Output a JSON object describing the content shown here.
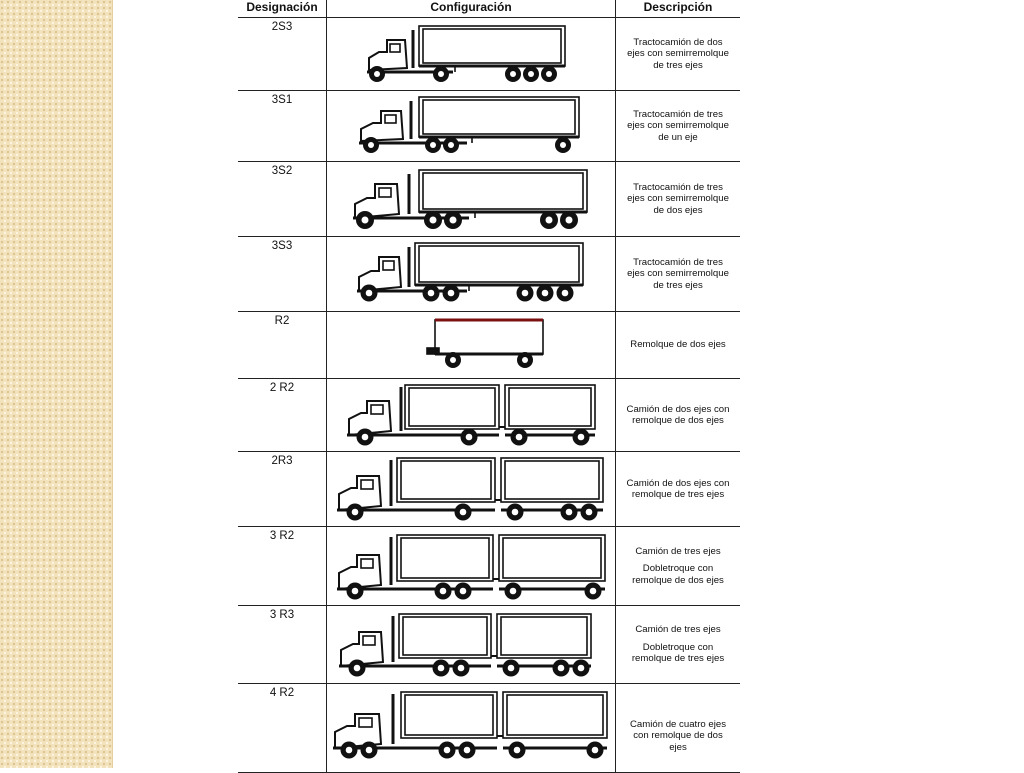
{
  "table": {
    "headers": {
      "designacion": "Designación",
      "configuracion": "Configuración",
      "descripcion": "Descripción"
    },
    "rows": [
      {
        "designation": "2S3",
        "description": [
          "Tractocamión de dos",
          "ejes con semirremolque",
          "de tres ejes"
        ]
      },
      {
        "designation": "3S1",
        "description": [
          "Tractocamión de tres",
          "ejes con semirremolque",
          "de un eje"
        ]
      },
      {
        "designation": "3S2",
        "description": [
          "Tractocamión de tres",
          "ejes con semirremolque",
          "de dos ejes"
        ]
      },
      {
        "designation": "3S3",
        "description": [
          "Tractocamión de tres",
          "ejes con semirremolque",
          "de tres ejes"
        ]
      },
      {
        "designation": "R2",
        "description": [
          "Remolque de dos ejes"
        ]
      },
      {
        "designation": "2 R2",
        "description": [
          "Camión de dos ejes con",
          "remolque de dos ejes"
        ]
      },
      {
        "designation": "2R3",
        "description": [
          "Camión de dos ejes con",
          "remolque de tres ejes"
        ]
      },
      {
        "designation": "3 R2",
        "description": [
          "Camión de tres ejes",
          "Dobletroque con",
          "remolque de dos ejes"
        ]
      },
      {
        "designation": "3 R3",
        "description": [
          "Camión de tres ejes",
          "Dobletroque con",
          "remolque de tres ejes"
        ]
      },
      {
        "designation": "4 R2",
        "description": [
          "Camión de cuatro ejes",
          "con remolque de dos",
          "ejes"
        ]
      }
    ]
  },
  "icons": {
    "row_0": "tractor-semitrailer-2s3-icon",
    "row_1": "tractor-semitrailer-3s1-icon",
    "row_2": "tractor-semitrailer-3s2-icon",
    "row_3": "tractor-semitrailer-3s3-icon",
    "row_4": "trailer-r2-icon",
    "row_5": "truck-trailer-2r2-icon",
    "row_6": "truck-trailer-2r3-icon",
    "row_7": "truck-trailer-3r2-icon",
    "row_8": "truck-trailer-3r3-icon",
    "row_9": "truck-trailer-4r2-icon"
  },
  "colors": {
    "page_background": "#ffffff",
    "side_strip": "#f3e3bc",
    "line_art": "#111111",
    "trailer_top_edge": "#7a1010"
  }
}
